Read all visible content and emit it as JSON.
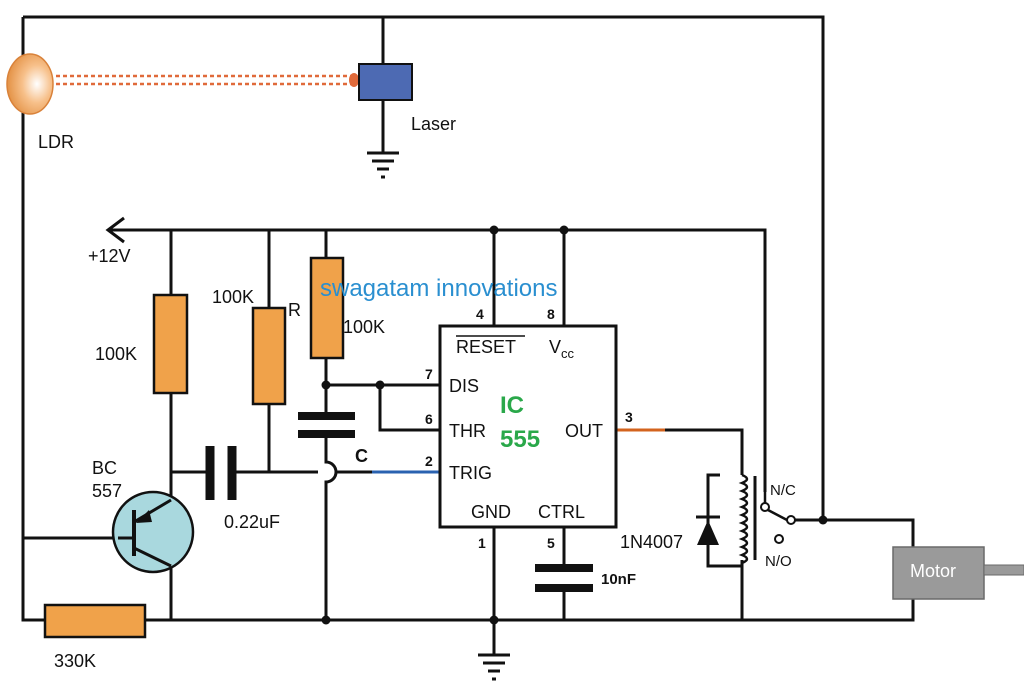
{
  "watermark": "swagatam innovations",
  "colors": {
    "resistor": "#f0a24a",
    "ic_label": "#2aa84a",
    "watermark": "#2a8fd0",
    "transistor": "#a9d8de",
    "laser": "#4d6ab3",
    "motor": "#9a9a9a",
    "beam": "#e06a3a",
    "trig_wire": "#2a62b0",
    "out_wire": "#d3631e"
  },
  "labels": {
    "ldr": "LDR",
    "laser": "Laser",
    "supply": "+12V",
    "r1": "100K",
    "r2": "100K",
    "r2_name": "R",
    "r3": "100K",
    "r4": "330K",
    "cap_coupling": "0.22uF",
    "cap_timing": "C",
    "cap_ctrl": "10nF",
    "transistor_type": "BC",
    "transistor_number": "557",
    "diode": "1N4007",
    "relay_nc": "N/C",
    "relay_no": "N/O",
    "motor": "Motor"
  },
  "ic": {
    "name": "IC",
    "number": "555",
    "pins": {
      "reset": "RESET",
      "vcc": "V",
      "vcc_sub": "cc",
      "dis": "DIS",
      "thr": "THR",
      "trig": "TRIG",
      "gnd": "GND",
      "ctrl": "CTRL",
      "out": "OUT"
    },
    "pin_numbers": {
      "reset": "4",
      "vcc": "8",
      "dis": "7",
      "thr": "6",
      "trig": "2",
      "gnd": "1",
      "ctrl": "5",
      "out": "3"
    }
  }
}
